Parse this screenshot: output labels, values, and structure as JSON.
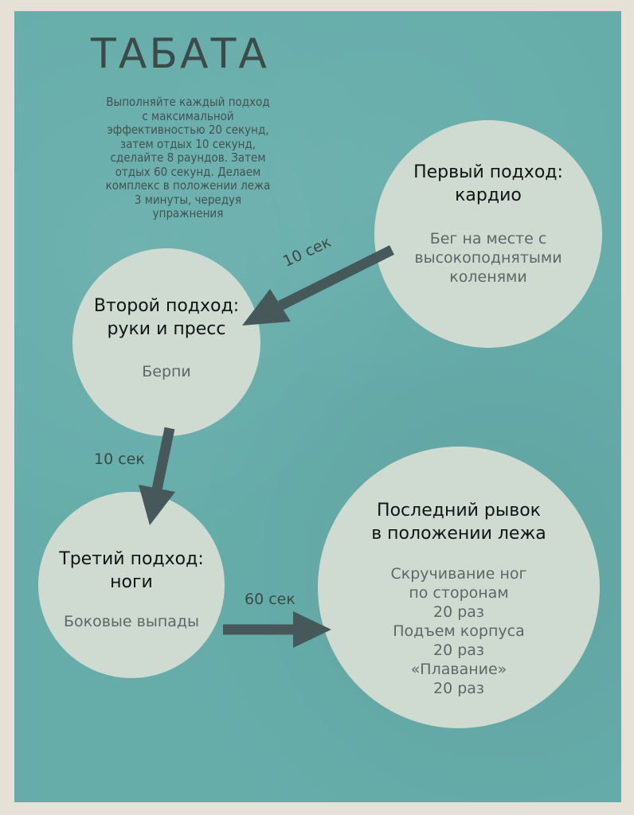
{
  "title": "ТАБАТА",
  "intro": "Выполняйте каждый подход\nс максимальной\nэффективностью 20 секунд,\nзатем отдых 10 секунд,\nсделайте 8 раундов. Затем\nотдых 60 секунд. Делаем\nкомплекс в положении лежа\n3 минуты, чередуя\nупражнения",
  "steps": [
    {
      "heading": "Первый подход:\nкардио",
      "body": "Бег на месте с\nвысокоподнятыми\nколенями"
    },
    {
      "heading": "Второй подход:\nруки и пресс",
      "body": "Берпи"
    },
    {
      "heading": "Третий подход:\nноги",
      "body": "Боковые выпады"
    },
    {
      "heading": "Последний рывок\nв положении лежа",
      "body": "Скручивание ног\nпо сторонам\n20 раз\nПодъем корпуса\n20 раз\n«Плавание»\n20 раз"
    }
  ],
  "transitions": [
    "10 сек",
    "10 сек",
    "60 сек"
  ],
  "colors": {
    "background": "#66adaa",
    "circle": "#cfdbd1",
    "arrow": "#46585a"
  }
}
